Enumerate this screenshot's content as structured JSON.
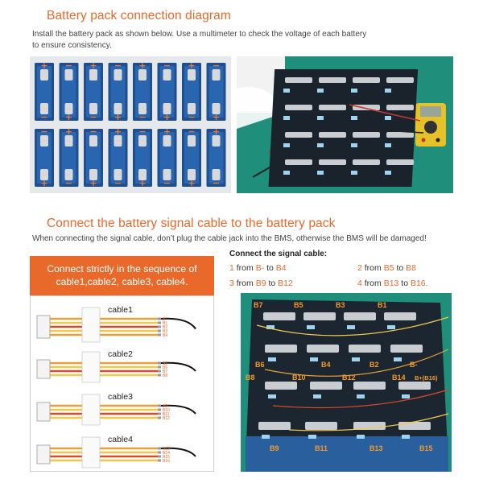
{
  "section1": {
    "title": "Battery pack connection diagram",
    "desc_line1": "Install the battery pack as shown below. Use a multimeter to check the voltage of each battery",
    "desc_line2": "to ensure consistency."
  },
  "section2": {
    "title": "Connect the battery signal cable to the battery pack",
    "desc": "When connecting the signal cable, don’t plug the cable jack into the BMS, otherwise the BMS will be damaged!"
  },
  "sequence_box": {
    "line1": "Connect strictly in the sequence of",
    "line2": "cable1,cable2, cable3, cable4."
  },
  "cables": [
    {
      "name": "cable1",
      "pins": [
        "B-",
        "B1",
        "B2",
        "B3",
        "B4"
      ]
    },
    {
      "name": "cable2",
      "pins": [
        "B5",
        "B6",
        "B7",
        "B8"
      ]
    },
    {
      "name": "cable3",
      "pins": [
        "B9",
        "B10",
        "B11",
        "B12"
      ]
    },
    {
      "name": "cable4",
      "pins": [
        "B13",
        "B14",
        "B15",
        "B16"
      ]
    }
  ],
  "connect": {
    "title": "Connect the signal cable:",
    "items": [
      {
        "num": "1",
        "from": "from",
        "a": "B-",
        "to": "to",
        "b": "B4"
      },
      {
        "num": "2",
        "from": "from",
        "a": "B5",
        "to": "to",
        "b": "B8"
      },
      {
        "num": "3",
        "from": "from",
        "a": "B9",
        "to": "to",
        "b": "B12"
      },
      {
        "num": "4",
        "from": "from",
        "a": "B13",
        "to": "to",
        "b": "B16."
      }
    ]
  },
  "photo_labels": {
    "top": [
      "B7",
      "B5",
      "B3",
      "B1"
    ],
    "row2": [
      "B6",
      "B4",
      "B2",
      "B-"
    ],
    "row3": [
      "B8",
      "B10",
      "B12",
      "B14",
      "B+(B16)"
    ],
    "bottom": [
      "B9",
      "B11",
      "B13",
      "B15"
    ]
  },
  "colors": {
    "accent": "#e8692a",
    "cell_blue": "#1f4f8f",
    "cell_top": "#1b2630",
    "busbar": "#c9ccd0"
  }
}
